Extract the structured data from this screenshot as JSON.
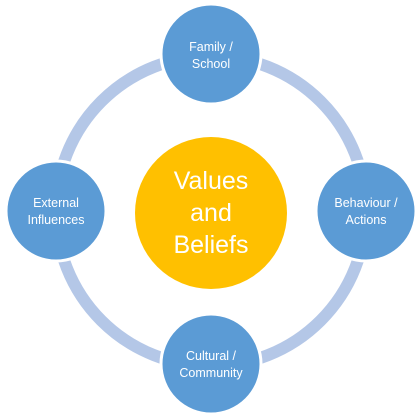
{
  "colors": {
    "ring": "#B4C7E7",
    "node_fill": "#5B9BD5",
    "node_stroke": "#FFFFFF",
    "center_fill": "#FFC000",
    "label_text": "#FFFFFF"
  },
  "center": {
    "lines": [
      "Values",
      "and",
      "Beliefs"
    ]
  },
  "nodes": [
    {
      "id": "family-school",
      "lines": [
        "Family /",
        "School"
      ]
    },
    {
      "id": "behaviour-actions",
      "lines": [
        "Behaviour /",
        "Actions"
      ]
    },
    {
      "id": "cultural-community",
      "lines": [
        "Cultural  /",
        "Community"
      ]
    },
    {
      "id": "external-influences",
      "lines": [
        "External",
        "Influences"
      ]
    }
  ]
}
